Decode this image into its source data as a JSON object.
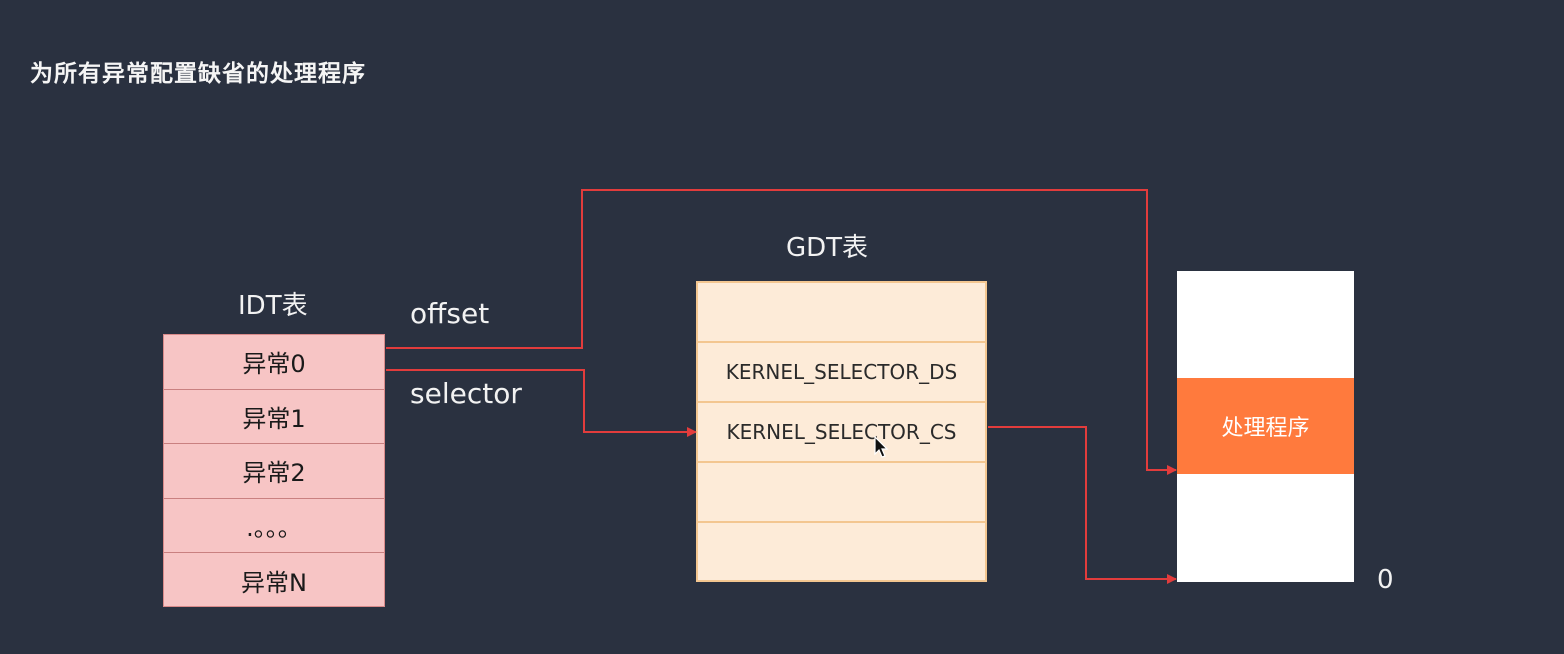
{
  "title": "为所有异常配置缺省的处理程序",
  "idt": {
    "title": "IDT表",
    "rows": [
      "异常0",
      "异常1",
      "异常2",
      ".。。。",
      "异常N"
    ]
  },
  "gdt": {
    "title": "GDT表",
    "rows": [
      "",
      "KERNEL_SELECTOR_DS",
      "KERNEL_SELECTOR_CS",
      "",
      ""
    ]
  },
  "memory": {
    "handler_label": "处理程序",
    "zero_label": "0"
  },
  "connectors": {
    "offset_label": "offset",
    "selector_label": "selector",
    "arrow_color": "#e23c3c"
  },
  "colors": {
    "background": "#2a3140",
    "idt_fill": "#f7c5c5",
    "gdt_fill": "#fdebd8",
    "handler_fill": "#ff7a3d"
  }
}
